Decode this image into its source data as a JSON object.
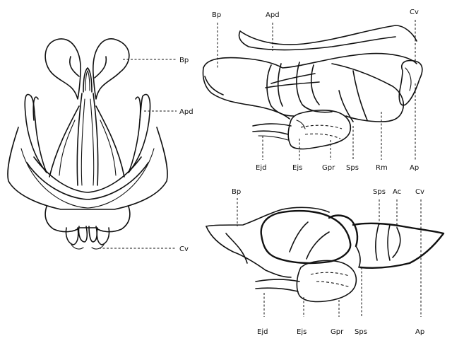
{
  "labels": {
    "bp": "Bp",
    "apd": "Apd",
    "cv": "Cv",
    "ap": "Ap",
    "ac": "Ac",
    "ejd": "Ejd",
    "ejs": "Ejs",
    "gpr": "Gpr",
    "sps": "Sps",
    "rm": "Rm"
  }
}
